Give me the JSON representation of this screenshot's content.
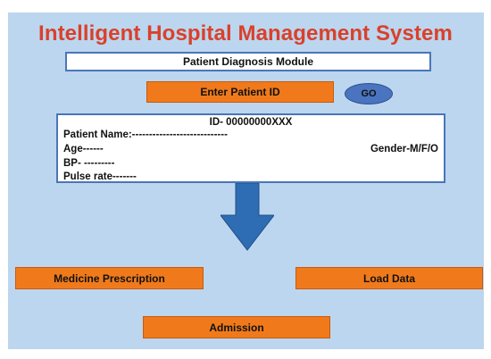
{
  "app": {
    "title": "Intelligent Hospital Management System",
    "module": "Patient Diagnosis Module"
  },
  "actions": {
    "enter_patient_id": "Enter Patient ID",
    "go": "GO",
    "medicine_prescription": "Medicine Prescription",
    "load_data": "Load Data",
    "admission": "Admission"
  },
  "patient": {
    "id": "ID- 00000000XXX",
    "name": "Patient Name:----------------------------",
    "age": "Age------",
    "gender": "Gender-M/F/O",
    "bp": "BP- ---------",
    "pulse": "Pulse rate-------"
  },
  "colors": {
    "background_panel": "#bcd6ef",
    "title": "#d9412b",
    "button": "#f07a1b",
    "go_button": "#4a74c0",
    "border": "#4a76b8",
    "arrow": "#2e6db4"
  },
  "icons": {
    "flow_arrow": "arrow-down-icon"
  }
}
